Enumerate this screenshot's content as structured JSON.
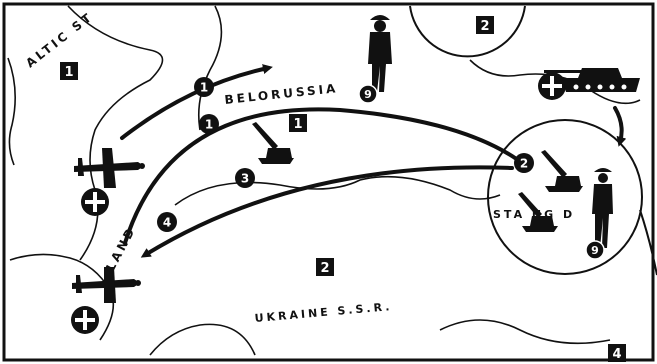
{
  "map": {
    "labels": {
      "baltic": "ALTIC ST",
      "belorussia": "BELORUSSIA",
      "poland": "LAND",
      "ukraine": "UKRAINE S.S.R.",
      "stalingrad": "STA    NG   D"
    },
    "sector_boxes": [
      {
        "id": "sector-north",
        "text": "2"
      },
      {
        "id": "sector-baltic",
        "text": "1"
      },
      {
        "id": "sector-center",
        "text": "1"
      },
      {
        "id": "sector-ukraine",
        "text": "2"
      },
      {
        "id": "sector-south",
        "text": "4"
      }
    ],
    "route_markers": [
      {
        "id": "route-1a",
        "text": "1"
      },
      {
        "id": "route-1b",
        "text": "1"
      },
      {
        "id": "route-2",
        "text": "2"
      },
      {
        "id": "route-3",
        "text": "3"
      },
      {
        "id": "route-4",
        "text": "4"
      }
    ],
    "unit_badges": [
      {
        "id": "soldier-north",
        "text": "9"
      },
      {
        "id": "soldier-stalingrad",
        "text": "9"
      }
    ],
    "icons": [
      "aircraft-icon",
      "balkenkreuz-icon",
      "tank-icon",
      "soldier-icon",
      "artillery-icon"
    ],
    "colors": {
      "ink": "#111111",
      "paper": "#ffffff"
    }
  }
}
